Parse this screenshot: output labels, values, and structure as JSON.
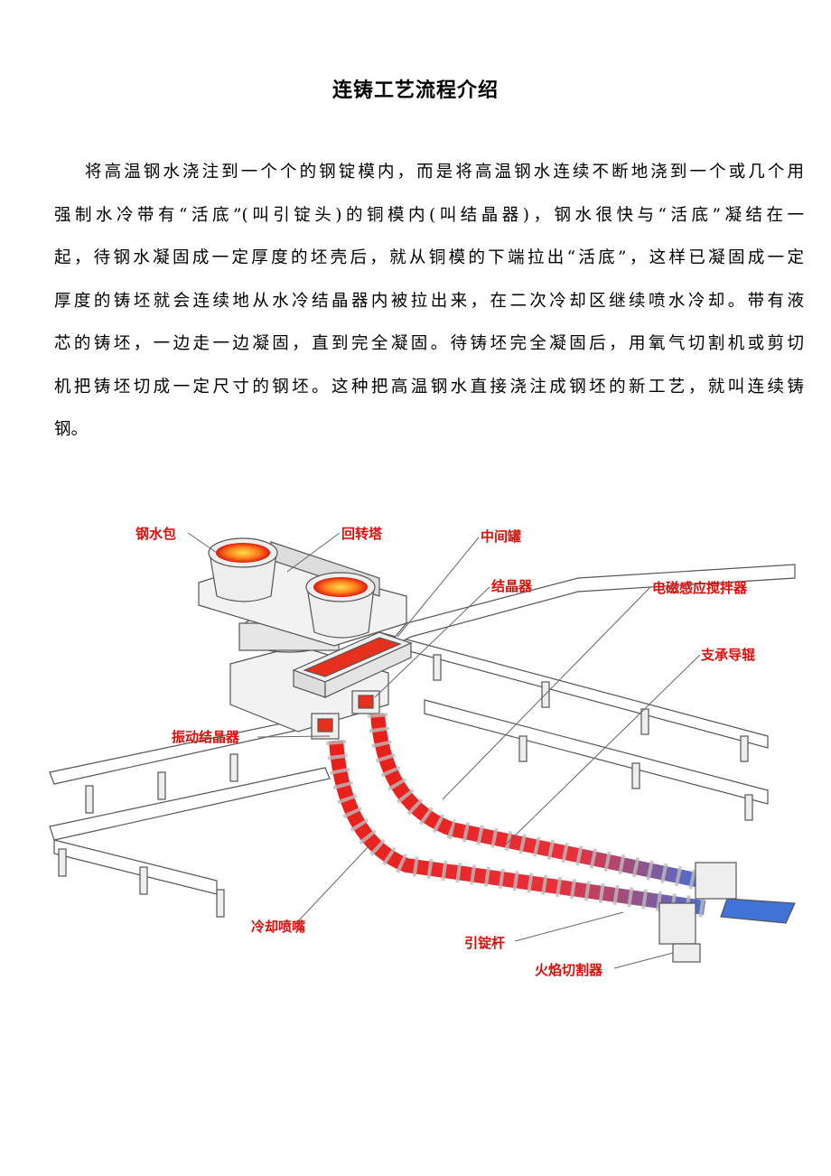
{
  "document": {
    "title": "连铸工艺流程介绍",
    "paragraph_lines": [
      "将高温钢水浇注到一个个的钢锭模内，而是将高温钢水连续不断地浇到一个或几个用",
      "强制水冷带有“活底”(叫引锭头)的铜模内(叫结晶器)，钢水很快与“活底”凝结在一",
      "起，待钢水凝固成一定厚度的坯壳后，就从铜模的下端拉出“活底”，这样已凝固成一定",
      "厚度的铸坯就会连续地从水冷结晶器内被拉出来，在二次冷却区继续喷水冷却。带有液",
      "芯的铸坯，一边走一边凝固，直到完全凝固。待铸坯完全凝固后，用氧气切割机或剪切",
      "机把铸坯切成一定尺寸的钢坯。这种把高温钢水直接浇注成钢坯的新工艺，就叫连续铸",
      "钢。"
    ]
  },
  "diagram": {
    "labels": {
      "ladle": "钢水包",
      "turret": "回转塔",
      "tundish": "中间罐",
      "mold": "结晶器",
      "ems": "电磁感应搅拌器",
      "support_rolls": "支承导辊",
      "oscillating_mold": "振动结晶器",
      "spray_nozzle": "冷却喷嘴",
      "dummy_bar": "引锭杆",
      "torch_cutter": "火焰切割器"
    },
    "colors": {
      "label": "#d8100b",
      "hot": "#e8201a",
      "cool": "#3a6fd0"
    }
  }
}
